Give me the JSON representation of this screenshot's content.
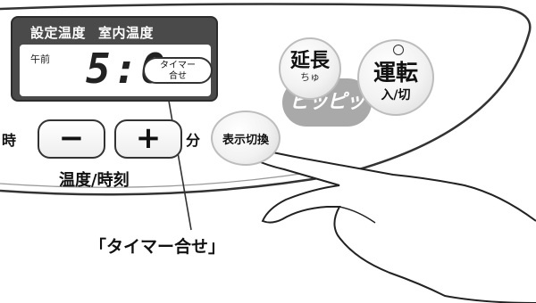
{
  "display": {
    "header_left": "設定温度",
    "header_right": "室内温度",
    "am_pm": "午前",
    "time": "5:0",
    "timer_badge_line1": "タイマー",
    "timer_badge_line2": "合せ"
  },
  "buttons": {
    "extend_label": "延長",
    "extend_sub": "ちゅ",
    "run_label": "運転",
    "run_sub": "入/切",
    "display_switch_label": "表示切換",
    "minus_label": "−",
    "plus_label": "+"
  },
  "labels": {
    "hour": "時",
    "minute": "分",
    "group": "温度/時刻",
    "beep": "ピッピッ",
    "callout": "「タイマー合せ」"
  }
}
